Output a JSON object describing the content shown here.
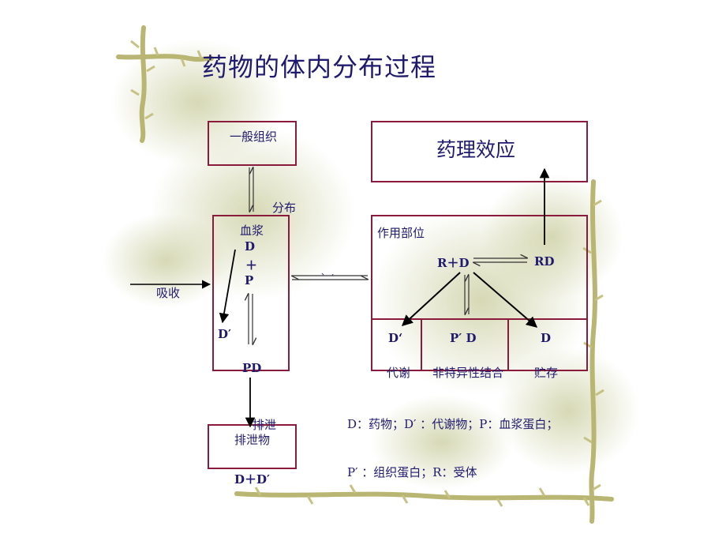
{
  "title": "药物的体内分布过程",
  "boxes": {
    "general_tissue": "一般组织",
    "effect": "药理效应",
    "plasma": "血浆",
    "action_site": "作用部位",
    "excreta": "排泄物"
  },
  "labels": {
    "distribution": "分布",
    "absorption": "吸收",
    "excretion": "排泄",
    "excreta_formula": "D＋D′",
    "transport_mark": "、 ,"
  },
  "plasma": {
    "d": "D",
    "plus": "＋",
    "p": "P",
    "d_prime": "D′",
    "pd": "PD"
  },
  "site": {
    "r_plus_d": "R＋D",
    "rd": "RD",
    "cells": [
      {
        "symbol": "D‘",
        "label": "代谢"
      },
      {
        "symbol": "P′ D",
        "label": "非特异性结合"
      },
      {
        "symbol": "D",
        "label": "贮存"
      }
    ]
  },
  "legend": {
    "line1": "D：药物；D′ ：代谢物；P：血浆蛋白；",
    "line2": "P′ ：组织蛋白；R：受体"
  },
  "colors": {
    "box_border": "#8a1b3c",
    "text": "#1f1a6e",
    "vine": "#b9b572"
  }
}
